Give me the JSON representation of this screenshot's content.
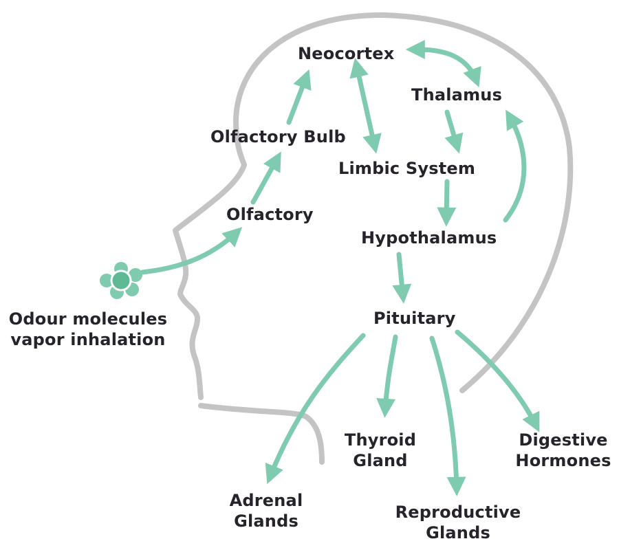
{
  "colors": {
    "arrow": "#7fcbb0",
    "head_outline": "#c4c4c4",
    "text": "#26232a",
    "molecule": "#7fcbb0",
    "molecule_core": "#5fb996"
  },
  "icons": {
    "molecule": "molecule-icon"
  },
  "nodes": {
    "neocortex": "Neocortex",
    "thalamus": "Thalamus",
    "olfactory_bulb": "Olfactory Bulb",
    "limbic_system": "Limbic System",
    "olfactory": "Olfactory",
    "hypothalamus": "Hypothalamus",
    "pituitary": "Pituitary",
    "odour_line1": "Odour molecules",
    "odour_line2": "vapor inhalation",
    "thyroid_line1": "Thyroid",
    "thyroid_line2": "Gland",
    "digestive_line1": "Digestive",
    "digestive_line2": "Hormones",
    "adrenal_line1": "Adrenal",
    "adrenal_line2": "Glands",
    "reproductive_line1": "Reproductive",
    "reproductive_line2": "Glands"
  },
  "edges": [
    {
      "from": "odour molecules",
      "to": "olfactory",
      "direction": "forward"
    },
    {
      "from": "olfactory",
      "to": "olfactory bulb",
      "direction": "forward"
    },
    {
      "from": "olfactory bulb",
      "to": "neocortex",
      "direction": "forward"
    },
    {
      "from": "neocortex",
      "to": "limbic system",
      "direction": "both"
    },
    {
      "from": "neocortex",
      "to": "thalamus",
      "direction": "both"
    },
    {
      "from": "thalamus",
      "to": "limbic system",
      "direction": "forward"
    },
    {
      "from": "limbic system",
      "to": "hypothalamus",
      "direction": "forward"
    },
    {
      "from": "hypothalamus",
      "to": "thalamus",
      "direction": "forward"
    },
    {
      "from": "hypothalamus",
      "to": "pituitary",
      "direction": "forward"
    },
    {
      "from": "pituitary",
      "to": "adrenal glands",
      "direction": "forward"
    },
    {
      "from": "pituitary",
      "to": "thyroid gland",
      "direction": "forward"
    },
    {
      "from": "pituitary",
      "to": "reproductive glands",
      "direction": "forward"
    },
    {
      "from": "pituitary",
      "to": "digestive hormones",
      "direction": "forward"
    }
  ]
}
